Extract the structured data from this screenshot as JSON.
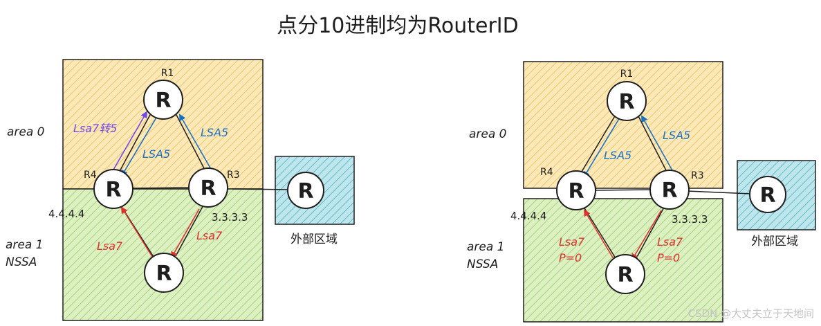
{
  "title": "点分10进制均为RouterID",
  "colors": {
    "backbone_fill": "#fbe3a8",
    "backbone_stroke": "#e6a23c",
    "nssa_fill": "#d3edb3",
    "nssa_stroke": "#7cb342",
    "external_fill": "#a9dde6",
    "external_stroke": "#2b9bab",
    "router_fill": "#ffffff",
    "router_stroke": "#1e1e1e",
    "lsa5_blue": "#1971c2",
    "lsa7_red": "#e03131",
    "convert_purple": "#7048e8"
  },
  "left": {
    "area0_label": "area 0",
    "area1_label": "area 1",
    "area1_type": "NSSA",
    "routers": {
      "r1": "R1",
      "r4": "R4",
      "r3": "R3",
      "glyph": "R"
    },
    "r4_id": "4.4.4.4",
    "r3_id": "3.3.3.3",
    "external_label": "外部区域",
    "annotations": {
      "convert": "Lsa7转5",
      "lsa5_a": "LSA5",
      "lsa5_b": "LSA5",
      "lsa7_left": "Lsa7",
      "lsa7_right": "Lsa7"
    }
  },
  "right": {
    "area0_label": "area 0",
    "area1_label": "area 1",
    "area1_type": "NSSA",
    "routers": {
      "r1": "R1",
      "r4": "R4",
      "r3": "R3",
      "glyph": "R"
    },
    "r4_id": "4.4.4.4",
    "r3_id": "3.3.3.3",
    "external_label": "外部区域",
    "annotations": {
      "lsa5_a": "LSA5",
      "lsa5_b": "LSA5",
      "lsa7_left": "Lsa7",
      "lsa7_left_p": "P=0",
      "lsa7_right": "Lsa7",
      "lsa7_right_p": "P=0"
    }
  },
  "watermark": "CSDN @大丈夫立于天地间"
}
